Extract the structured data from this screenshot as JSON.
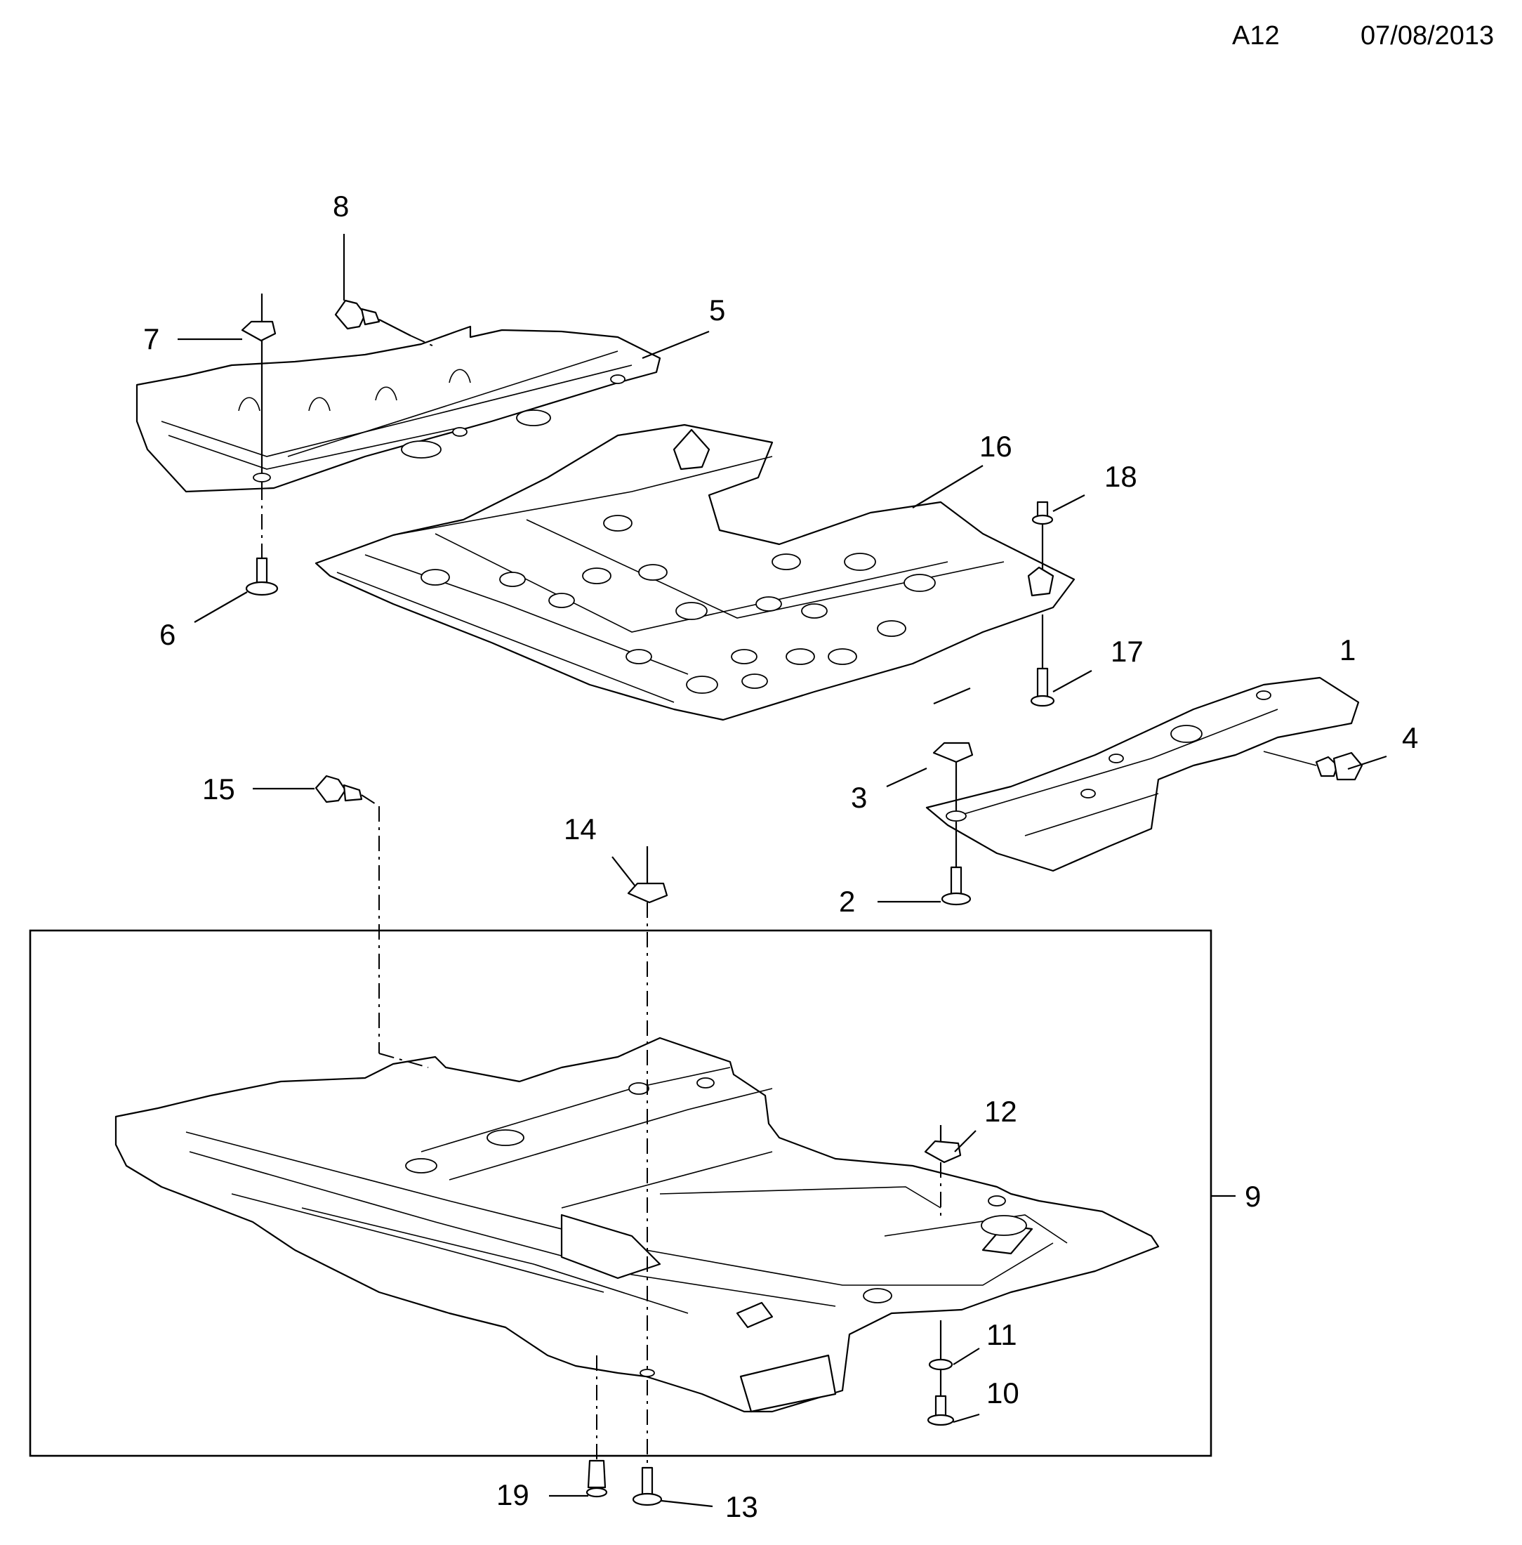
{
  "header": {
    "code": "A12",
    "date": "07/08/2013"
  },
  "callouts": {
    "c1": "1",
    "c2": "2",
    "c3": "3",
    "c4": "4",
    "c5": "5",
    "c6": "6",
    "c7": "7",
    "c8": "8",
    "c9": "9",
    "c10": "10",
    "c11": "11",
    "c12": "12",
    "c13": "13",
    "c14": "14",
    "c15": "15",
    "c16": "16",
    "c17": "17",
    "c18": "18",
    "c19": "19"
  }
}
